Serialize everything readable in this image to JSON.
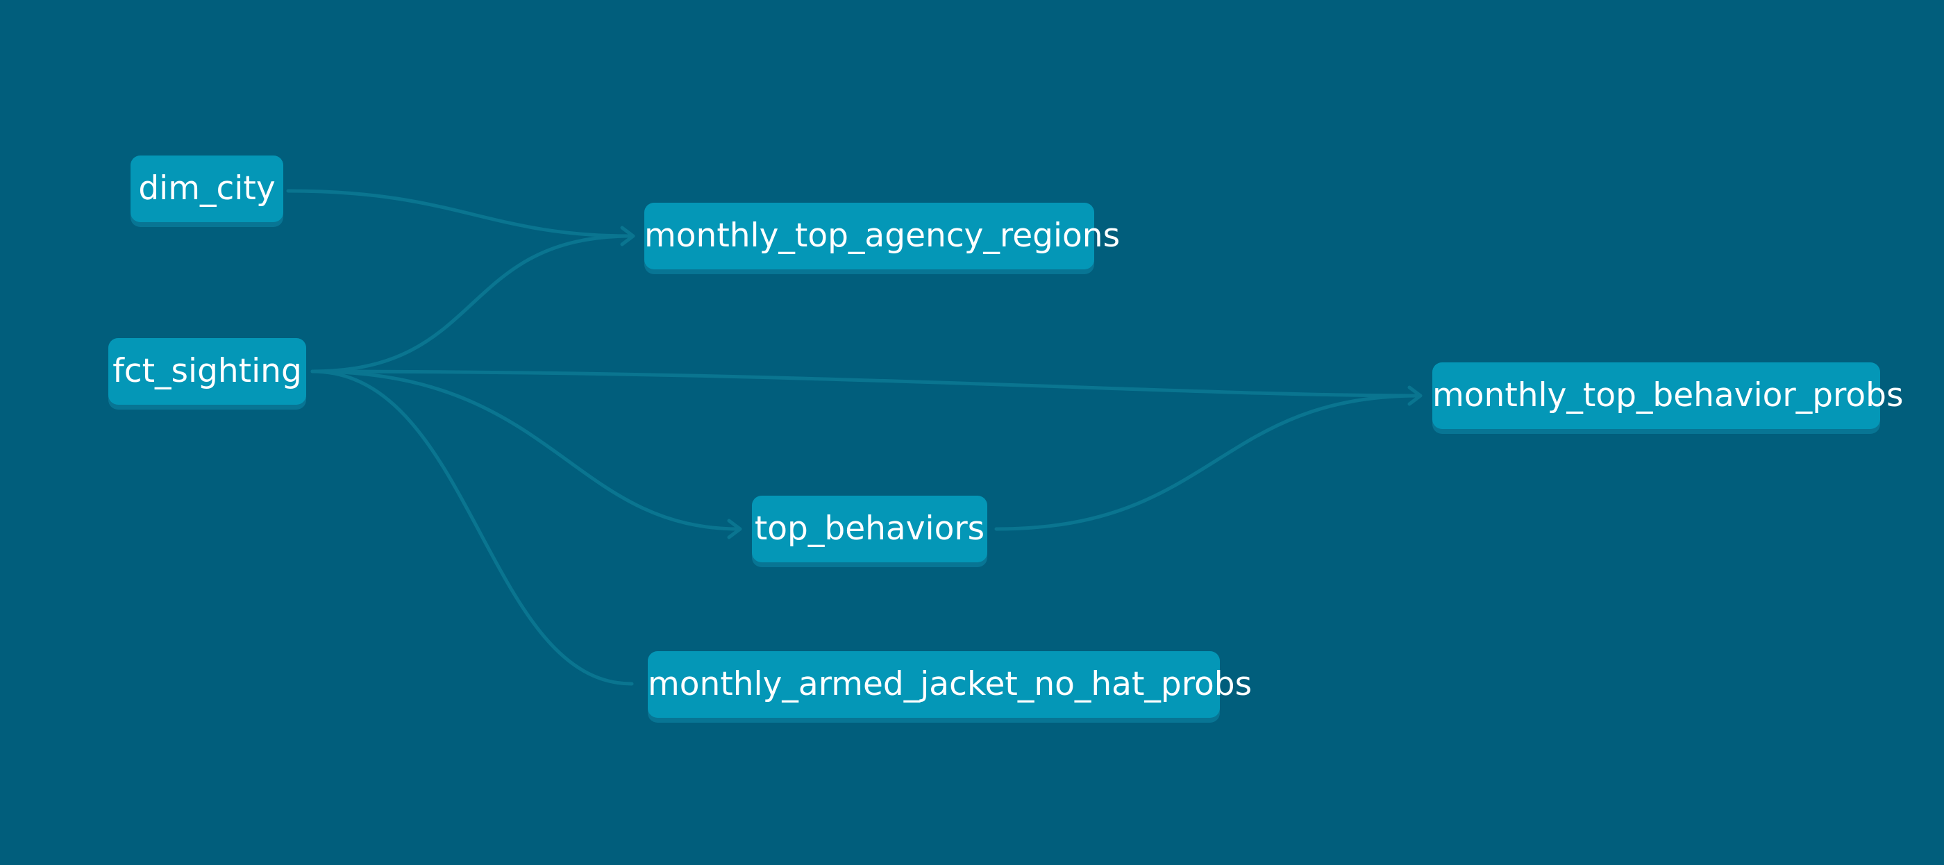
{
  "nodes": {
    "dim_city": "dim_city",
    "fct_sighting": "fct_sighting",
    "monthly_top_agency_regions": "monthly_top_agency_regions",
    "monthly_top_behavior_probs": "monthly_top_behavior_probs",
    "top_behaviors": "top_behaviors",
    "monthly_armed_jacket_no_hat_probs": "monthly_armed_jacket_no_hat_probs"
  },
  "edges": [
    {
      "from": "dim_city",
      "to": "monthly_top_agency_regions"
    },
    {
      "from": "fct_sighting",
      "to": "monthly_top_agency_regions"
    },
    {
      "from": "fct_sighting",
      "to": "monthly_top_behavior_probs"
    },
    {
      "from": "fct_sighting",
      "to": "top_behaviors"
    },
    {
      "from": "fct_sighting",
      "to": "monthly_armed_jacket_no_hat_probs"
    },
    {
      "from": "top_behaviors",
      "to": "monthly_top_behavior_probs"
    }
  ],
  "colors": {
    "background": "#015e7c",
    "node_fill": "#0497b7",
    "node_shadow": "#087594",
    "edge": "#0a7590",
    "label": "#ffffff"
  }
}
